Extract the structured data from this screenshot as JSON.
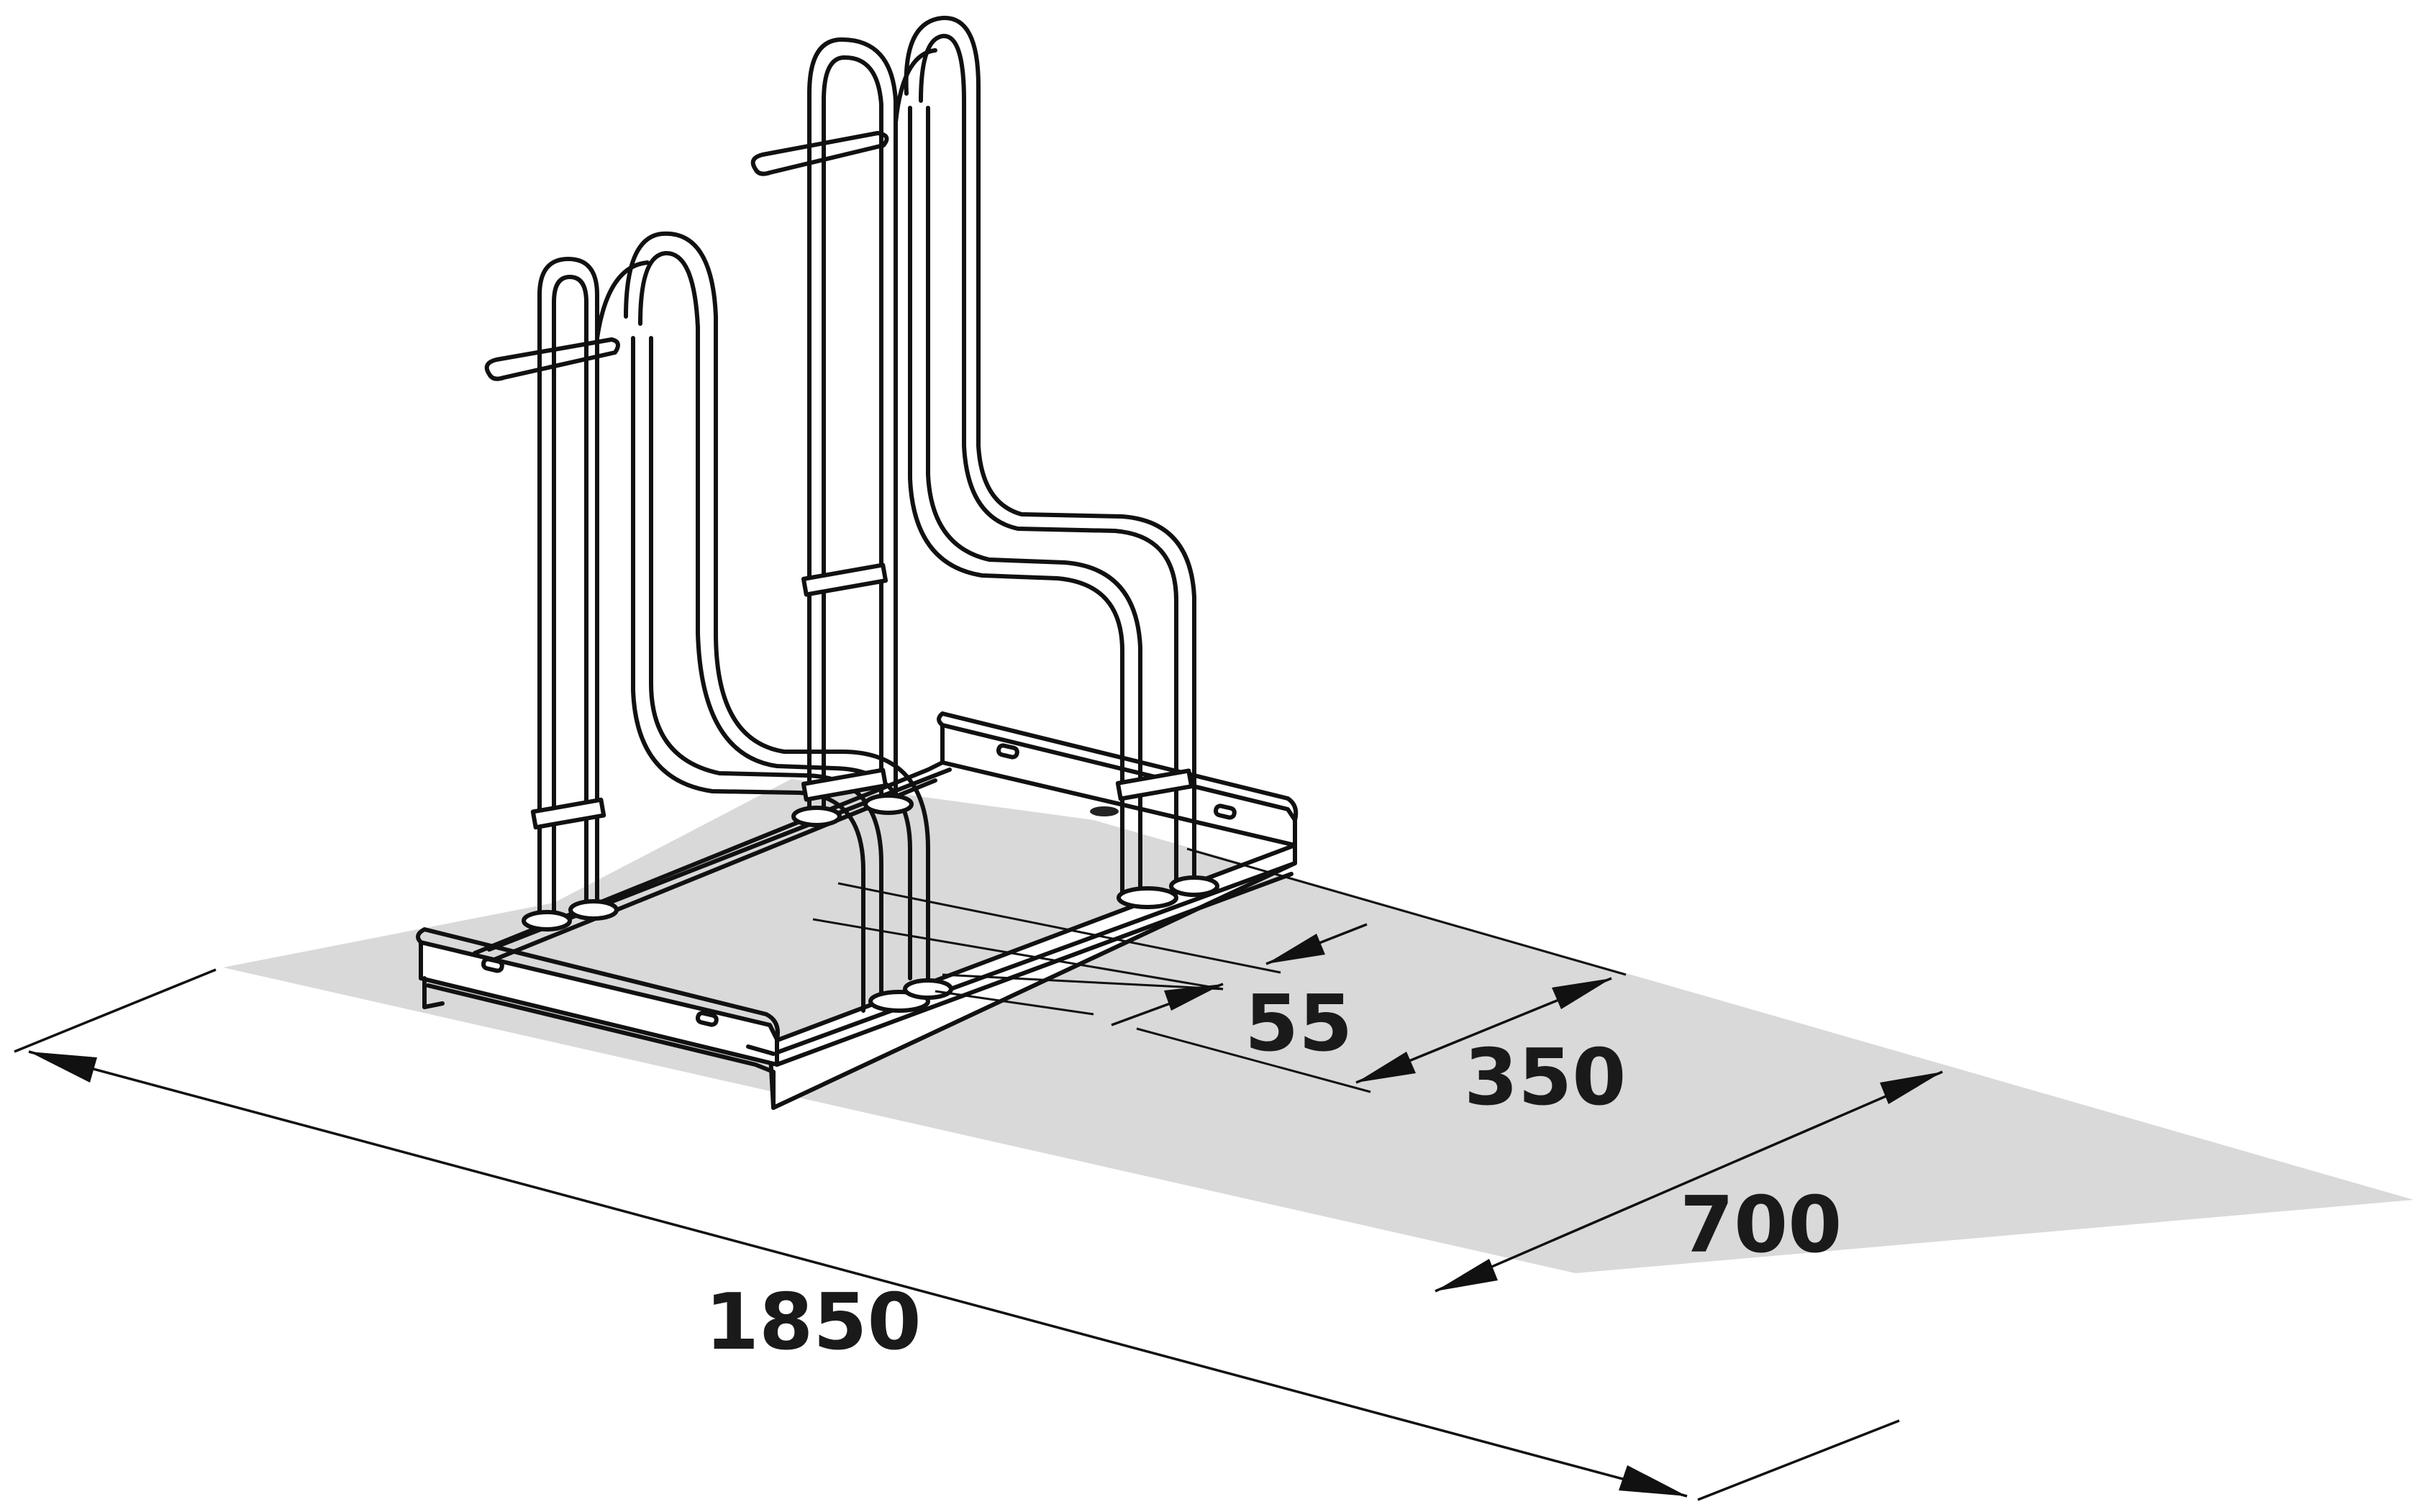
{
  "colors": {
    "floor": "#d9d9d9",
    "line": "#111111",
    "background": "#ffffff"
  },
  "dimensions": {
    "length": "1850",
    "depth": "700",
    "rack_depth": "350",
    "tube_offset": "55"
  }
}
